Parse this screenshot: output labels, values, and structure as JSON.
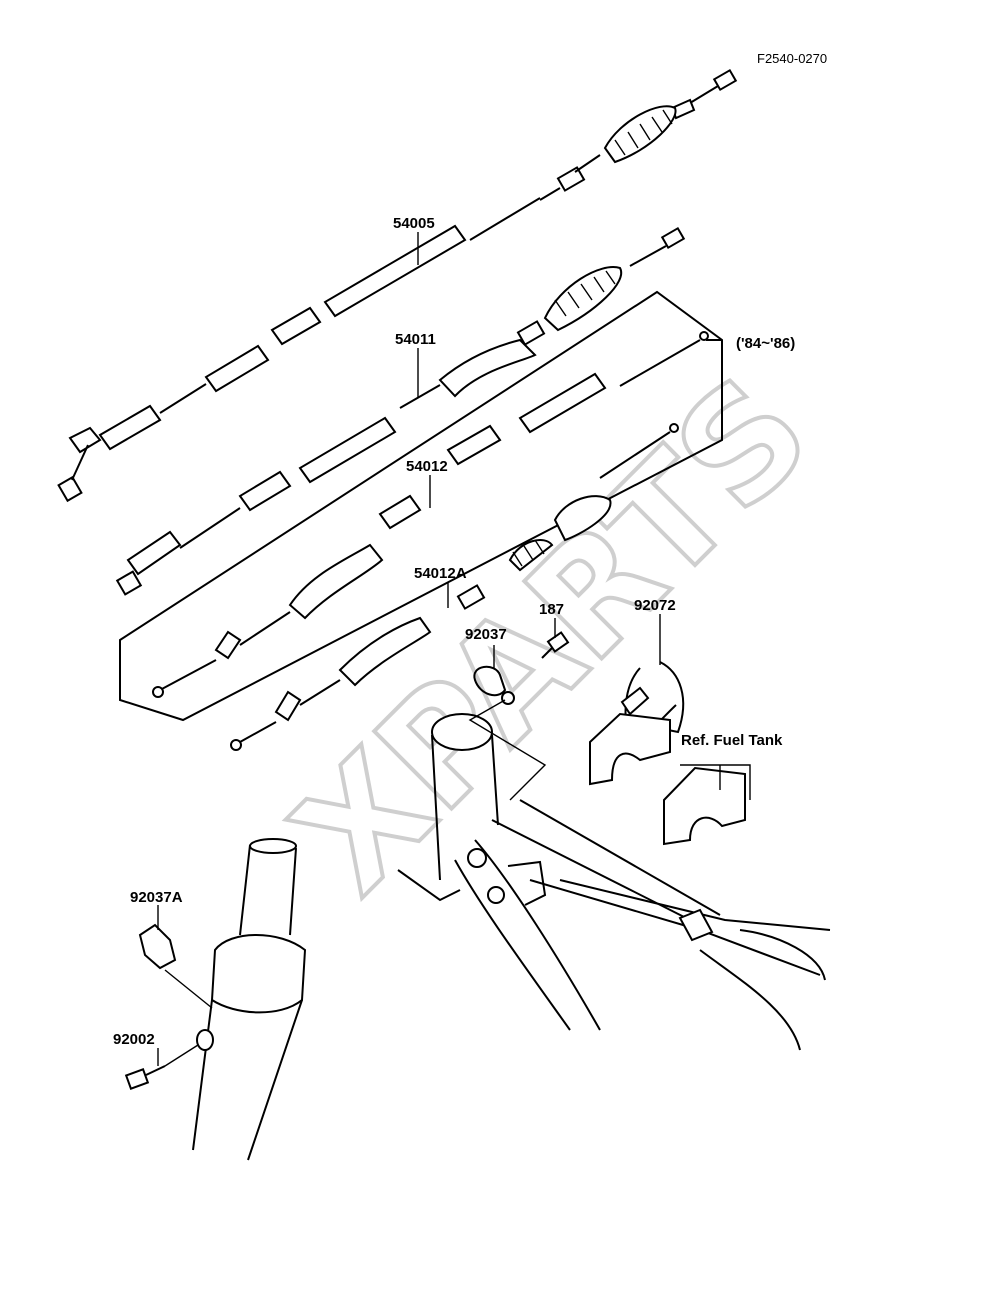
{
  "diagram": {
    "figure_ref": "F2540-0270",
    "watermark": "XPARTS",
    "year_range_label": "('84~'86)",
    "callouts": [
      {
        "id": "54005"
      },
      {
        "id": "54011"
      },
      {
        "id": "54012"
      },
      {
        "id": "54012A"
      },
      {
        "id": "187"
      },
      {
        "id": "92037"
      },
      {
        "id": "92072"
      },
      {
        "id": "92037A"
      },
      {
        "id": "92002"
      }
    ],
    "fuel_tank_ref": "Ref. Fuel Tank"
  }
}
